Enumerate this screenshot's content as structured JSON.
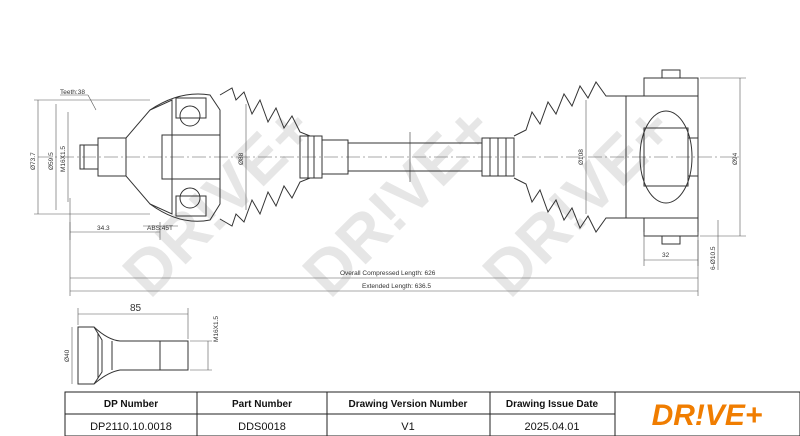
{
  "watermark": "DR!VE+",
  "dimensions": {
    "teeth": "Teeth:38",
    "d_outer": "Ø73.7",
    "d_flange": "Ø59.5",
    "thread": "M16X1.5",
    "d_boot_left": "Ø88",
    "length_343": "34.3",
    "abs": "ABS:45T",
    "d_boot_right": "Ø108",
    "d_94": "Ø94",
    "d_1055": "6-Ø10.5",
    "length_32": "32",
    "overall": "Overall  Compressed  Length: 626",
    "extended": "Extended  Length: 636.5"
  },
  "detail": {
    "length": "85",
    "diameter": "Ø40",
    "thread": "M16X1.5"
  },
  "table": {
    "headers": [
      "DP Number",
      "Part Number",
      "Drawing Version Number",
      "Drawing Issue Date"
    ],
    "values": [
      "DP2110.10.0018",
      "DDS0018",
      "V1",
      "2025.04.01"
    ]
  },
  "logo": "DR!VE+",
  "colors": {
    "line": "#333333",
    "logo": "#f07d00",
    "watermark": "#e6e6e6"
  }
}
